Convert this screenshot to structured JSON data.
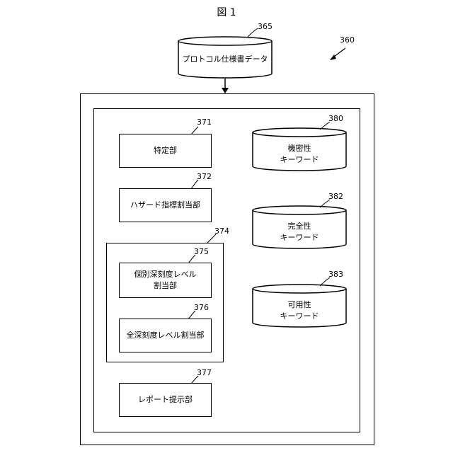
{
  "figure": {
    "title": "図 1",
    "ref": "360"
  },
  "input_db": {
    "ref": "365",
    "label": "プロトコル仕様書データ"
  },
  "modules": {
    "identify": {
      "ref": "371",
      "label": "特定部"
    },
    "hazard": {
      "ref": "372",
      "label": "ハザード指標割当部"
    },
    "depth_group": {
      "ref": "374"
    },
    "individual_depth": {
      "ref": "375",
      "label_line1": "個別深刻度レベル",
      "label_line2": "割当部"
    },
    "total_depth": {
      "ref": "376",
      "label": "全深刻度レベル割当部"
    },
    "report": {
      "ref": "377",
      "label": "レポート提示部"
    }
  },
  "keyword_dbs": [
    {
      "ref": "380",
      "line1": "機密性",
      "line2": "キーワード"
    },
    {
      "ref": "382",
      "line1": "完全性",
      "line2": "キーワード"
    },
    {
      "ref": "383",
      "line1": "可用性",
      "line2": "キーワード"
    }
  ]
}
